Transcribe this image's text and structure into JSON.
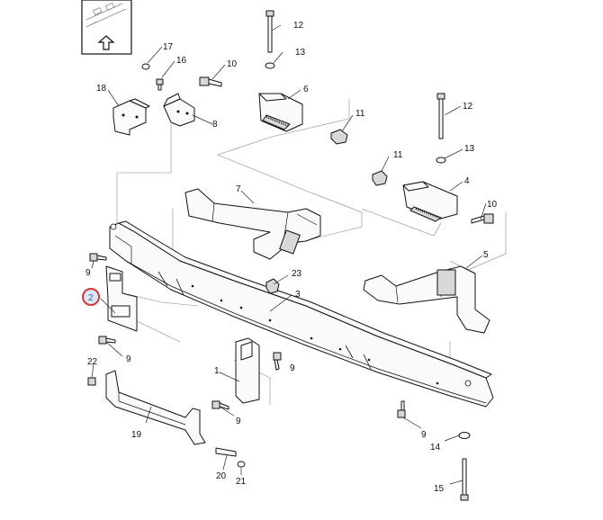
{
  "diagram": {
    "highlight_color": "#d23a3a",
    "callouts": {
      "c1": "1",
      "c2": "2",
      "c3": "3",
      "c4": "4",
      "c5": "5",
      "c6": "6",
      "c7": "7",
      "c8": "8",
      "c9a": "9",
      "c9b": "9",
      "c9c": "9",
      "c9d": "9",
      "c9e": "9",
      "c10a": "10",
      "c10b": "10",
      "c11a": "11",
      "c11b": "11",
      "c12a": "12",
      "c12b": "12",
      "c13a": "13",
      "c13b": "13",
      "c14": "14",
      "c15": "15",
      "c16": "16",
      "c17": "17",
      "c18": "18",
      "c19": "19",
      "c20": "20",
      "c21": "21",
      "c22": "22",
      "c23": "23"
    },
    "icons": [
      "orientation-arrow-icon"
    ]
  }
}
